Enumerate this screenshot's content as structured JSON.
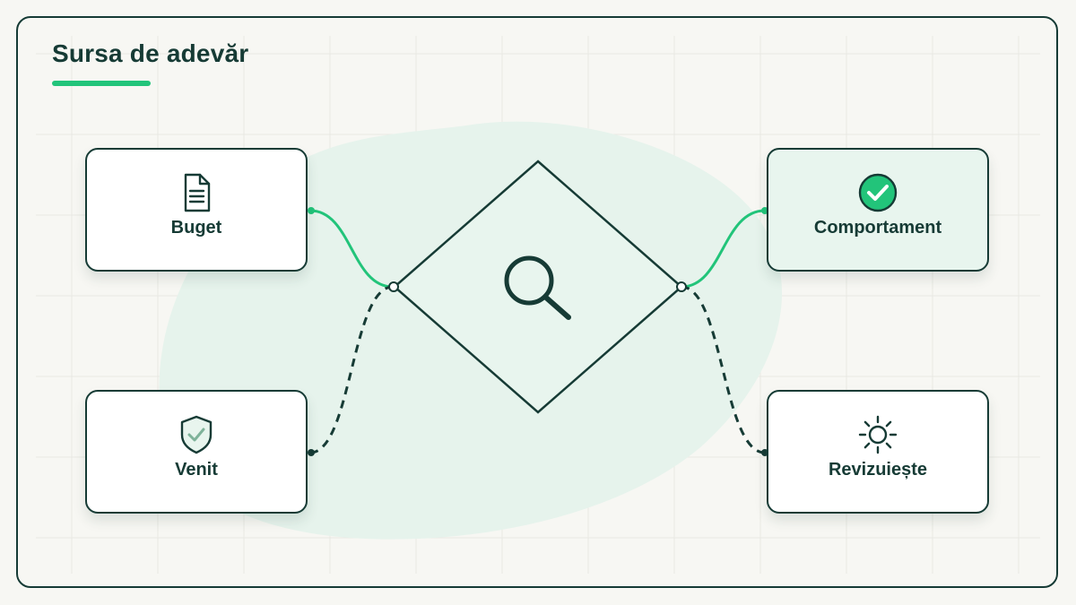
{
  "title": "Sursa de adevăr",
  "colors": {
    "ink": "#163b35",
    "accent": "#22c47a",
    "blob": "#e6f3ec",
    "background": "#f7f7f3"
  },
  "center": {
    "icon": "magnifier-icon"
  },
  "nodes": {
    "buget": {
      "label": "Buget",
      "icon": "document-icon"
    },
    "venit": {
      "label": "Venit",
      "icon": "shield-check-icon"
    },
    "comportament": {
      "label": "Comportament",
      "icon": "check-circle-icon"
    },
    "revizuieste": {
      "label": "Revizuiește",
      "icon": "sun-icon"
    }
  }
}
